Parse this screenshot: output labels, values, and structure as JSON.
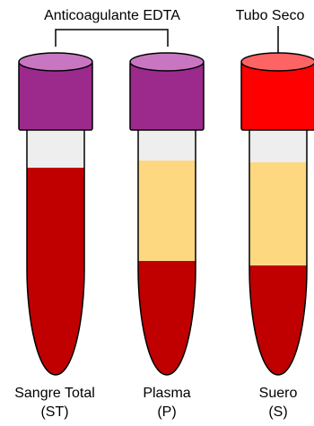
{
  "colors": {
    "purple_cap": "#9c2a8d",
    "purple_cap_top": "#c976c2",
    "red_cap": "#fe0000",
    "red_cap_top": "#ff6464",
    "blood": "#c00000",
    "plasma": "#fdd880",
    "air_gap": "#eeeeee",
    "outline": "#000000"
  },
  "labels": {
    "edta": "Anticoagulante EDTA",
    "dry_tube": "Tubo Seco"
  },
  "tubes": [
    {
      "name": "Sangre Total",
      "abbr": "(ST)",
      "cap": "purple",
      "contents": "whole-blood"
    },
    {
      "name": "Plasma",
      "abbr": "(P)",
      "cap": "purple",
      "contents": "plasma-separated"
    },
    {
      "name": "Suero",
      "abbr": "(S)",
      "cap": "red",
      "contents": "serum-separated"
    }
  ]
}
